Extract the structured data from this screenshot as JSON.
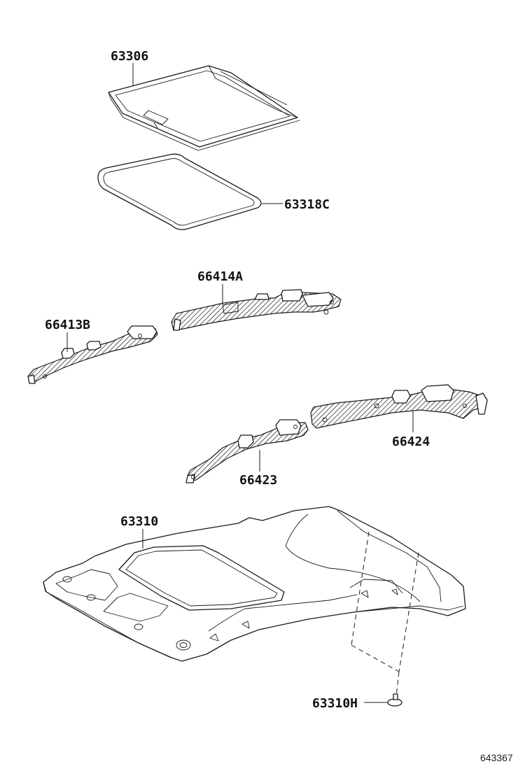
{
  "parts": [
    {
      "id": "sunshade",
      "number": "63306"
    },
    {
      "id": "sunroof-seal",
      "number": "63318C"
    },
    {
      "id": "rear-bracket",
      "number": "66414A"
    },
    {
      "id": "front-bracket",
      "number": "66413B"
    },
    {
      "id": "left-side-rail",
      "number": "66423"
    },
    {
      "id": "right-side-rail",
      "number": "66424"
    },
    {
      "id": "headliner",
      "number": "63310"
    },
    {
      "id": "headliner-clip",
      "number": "63310H"
    }
  ],
  "reference_code": "643367"
}
